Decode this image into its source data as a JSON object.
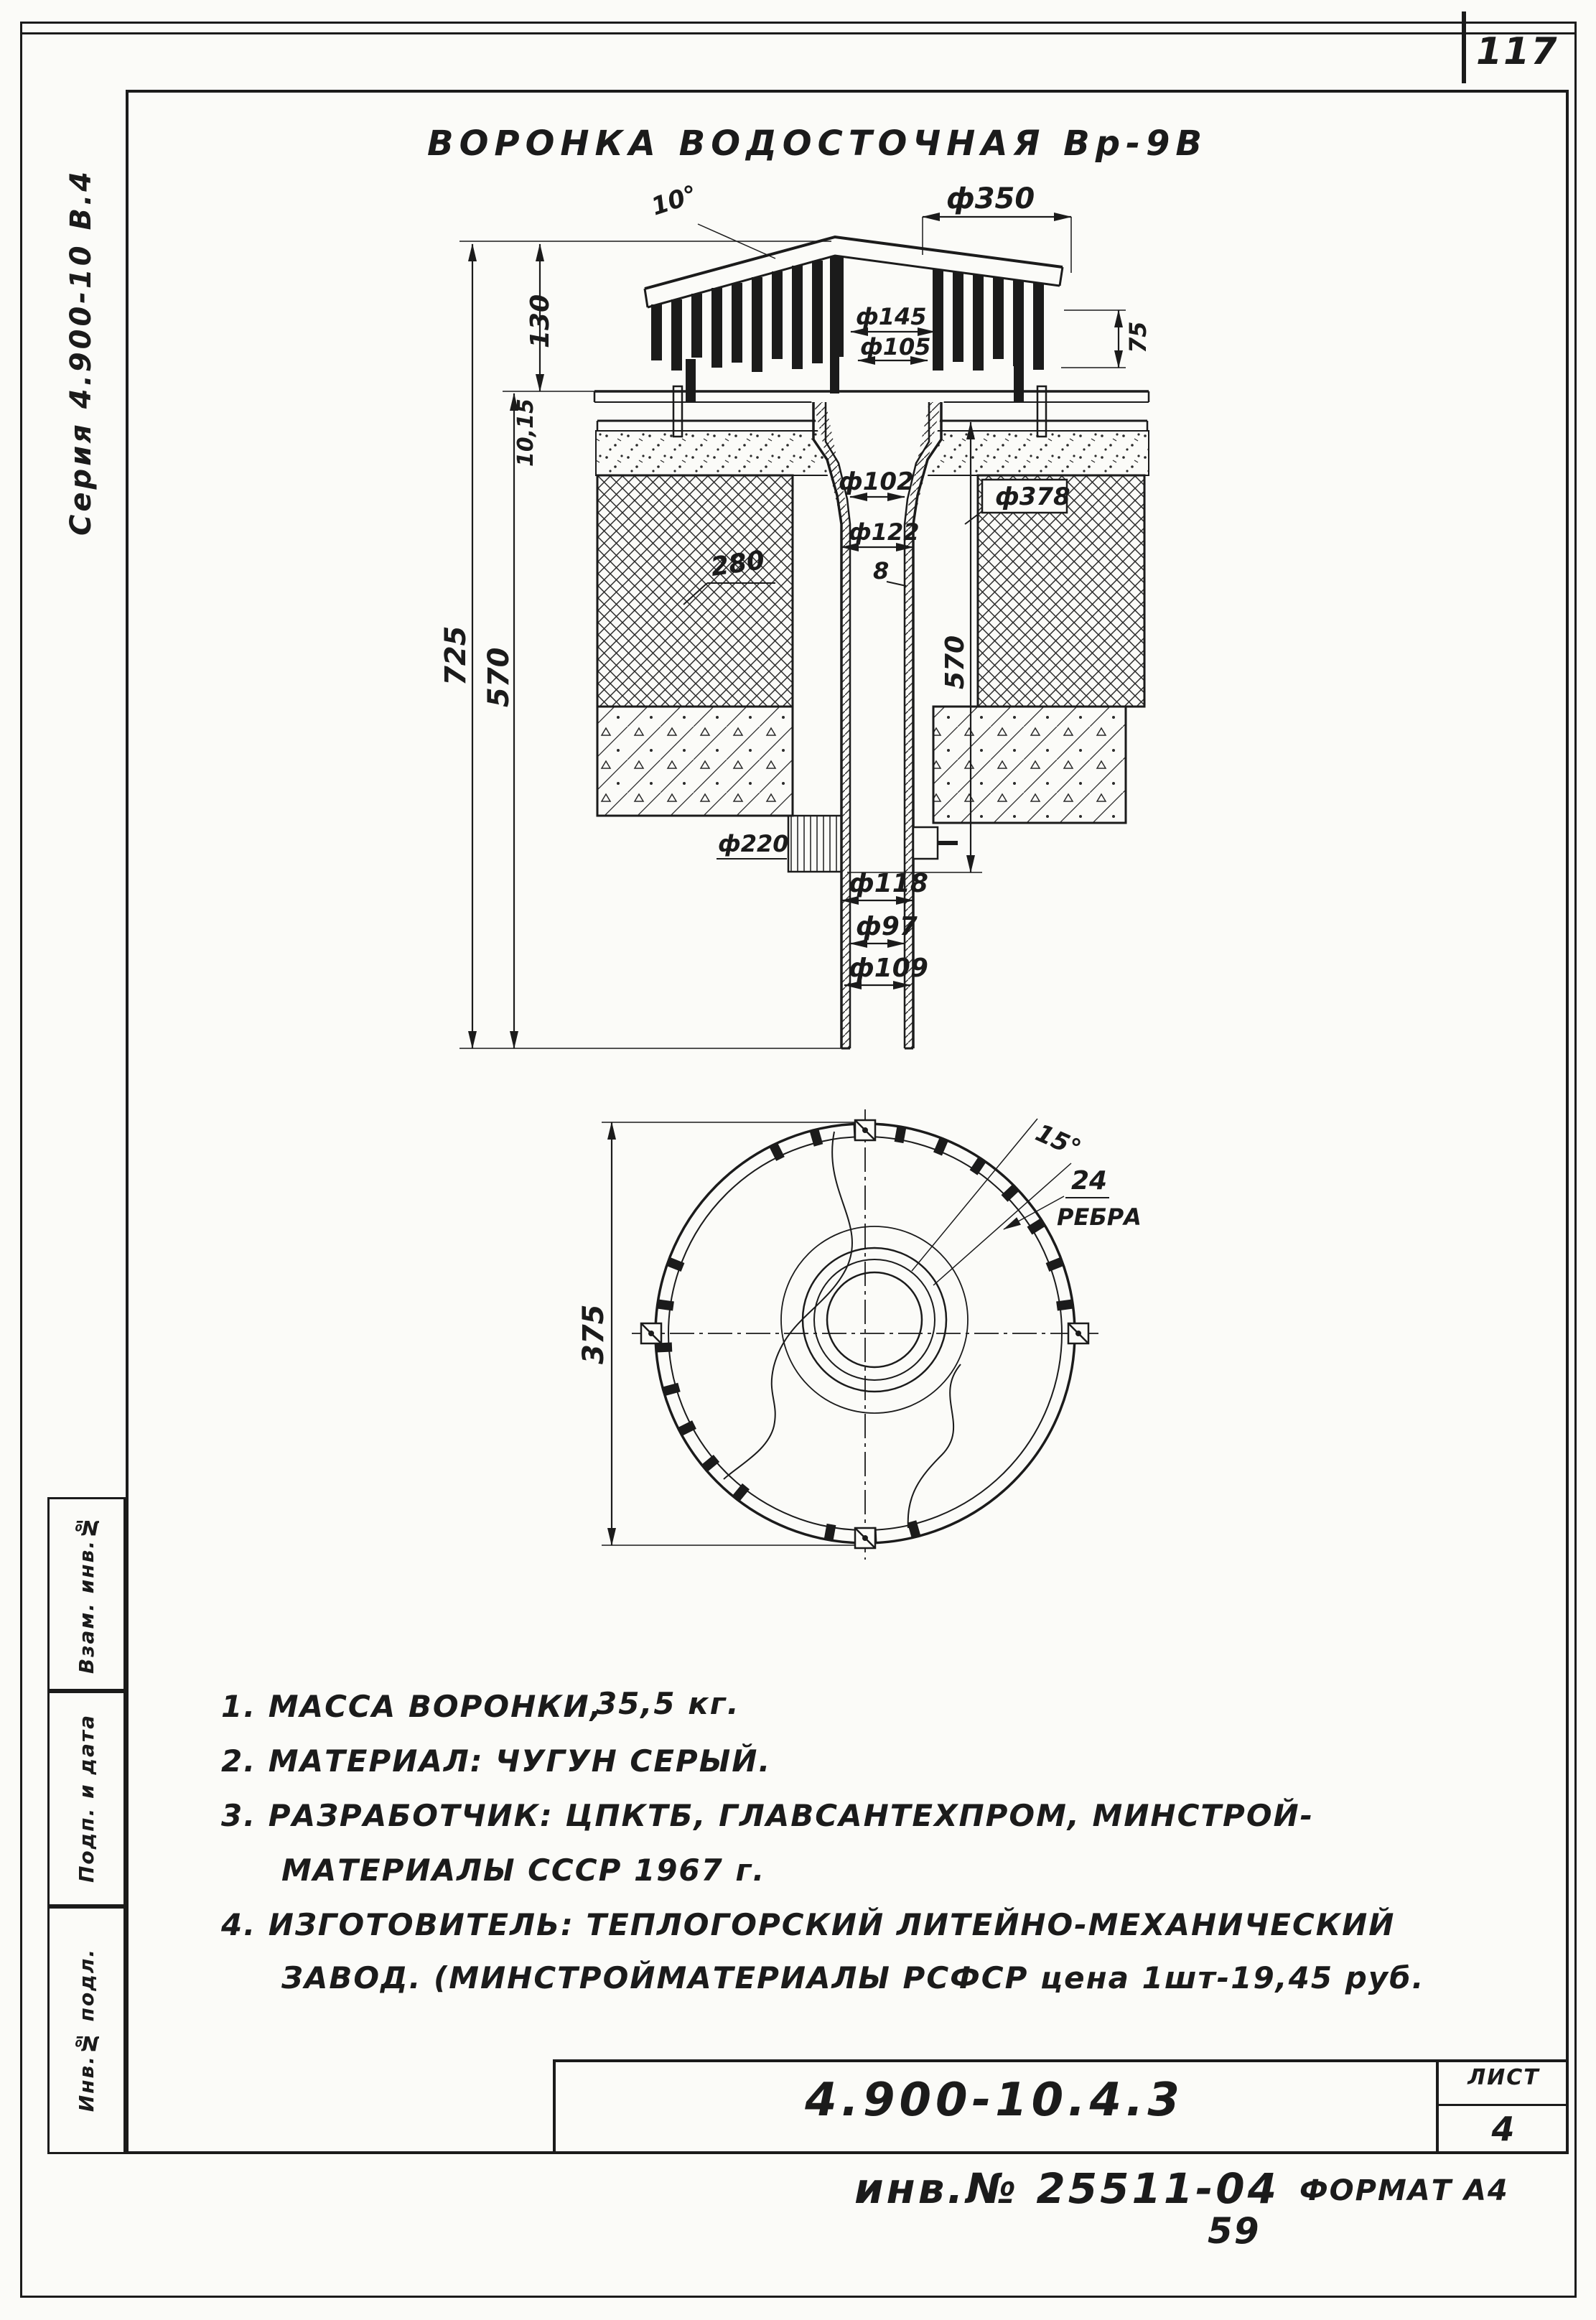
{
  "page": {
    "corner_number": "117",
    "series_label": "Серия 4.900-10 В.4",
    "bottom_number": "59"
  },
  "stamp_column": {
    "cells": [
      {
        "label": "Взам. инв.№"
      },
      {
        "label": "Подп. и дата"
      },
      {
        "label": "Инв.№ подл."
      }
    ]
  },
  "drawing": {
    "title": "ВОРОНКА  ВОДОСТОЧНАЯ  Вр-9В",
    "section_dims": {
      "angle_top": "10°",
      "d350": "ф350",
      "h130": "130",
      "h10": "10,15",
      "h725": "725",
      "h570_left": "570",
      "d145": "ф145",
      "d105": "ф105",
      "h75": "75",
      "d102": "ф102",
      "w280": "280",
      "d122": "ф122",
      "t8": "8",
      "d378": "ф378",
      "h570_right": "570",
      "d220": "ф220",
      "d118": "ф118",
      "d97": "ф97",
      "d109": "ф109"
    },
    "plan_dims": {
      "d375": "375",
      "angle": "15°",
      "ribs_count": "24",
      "ribs_label": "РЕБРА"
    }
  },
  "notes": {
    "n1a": "1. МАССА  ВОРОНКИ,",
    "n1b": "35,5 кг.",
    "n2": "2. МАТЕРИАЛ:  ЧУГУН  СЕРЫЙ.",
    "n3a": "3. РАЗРАБОТЧИК: ЦПКТБ,  ГЛАВСАНТЕХПРОМ,  МИНСТРОЙ-",
    "n3b": "МАТЕРИАЛЫ  СССР   1967 г.",
    "n4a": "4. ИЗГОТОВИТЕЛЬ: ТЕПЛОГОРСКИЙ   ЛИТЕЙНО-МЕХАНИЧЕСКИЙ",
    "n4b": "ЗАВОД.  (МИНСТРОЙМАТЕРИАЛЫ  РСФСР  цена 1шт-19,45 руб."
  },
  "title_block": {
    "doc_number": "4.900-10.4.3",
    "sheet_label": "ЛИСТ",
    "sheet_number": "4"
  },
  "footer": {
    "inventory": "инв.№ 25511-04",
    "format": "ФОРМАТ А4"
  }
}
